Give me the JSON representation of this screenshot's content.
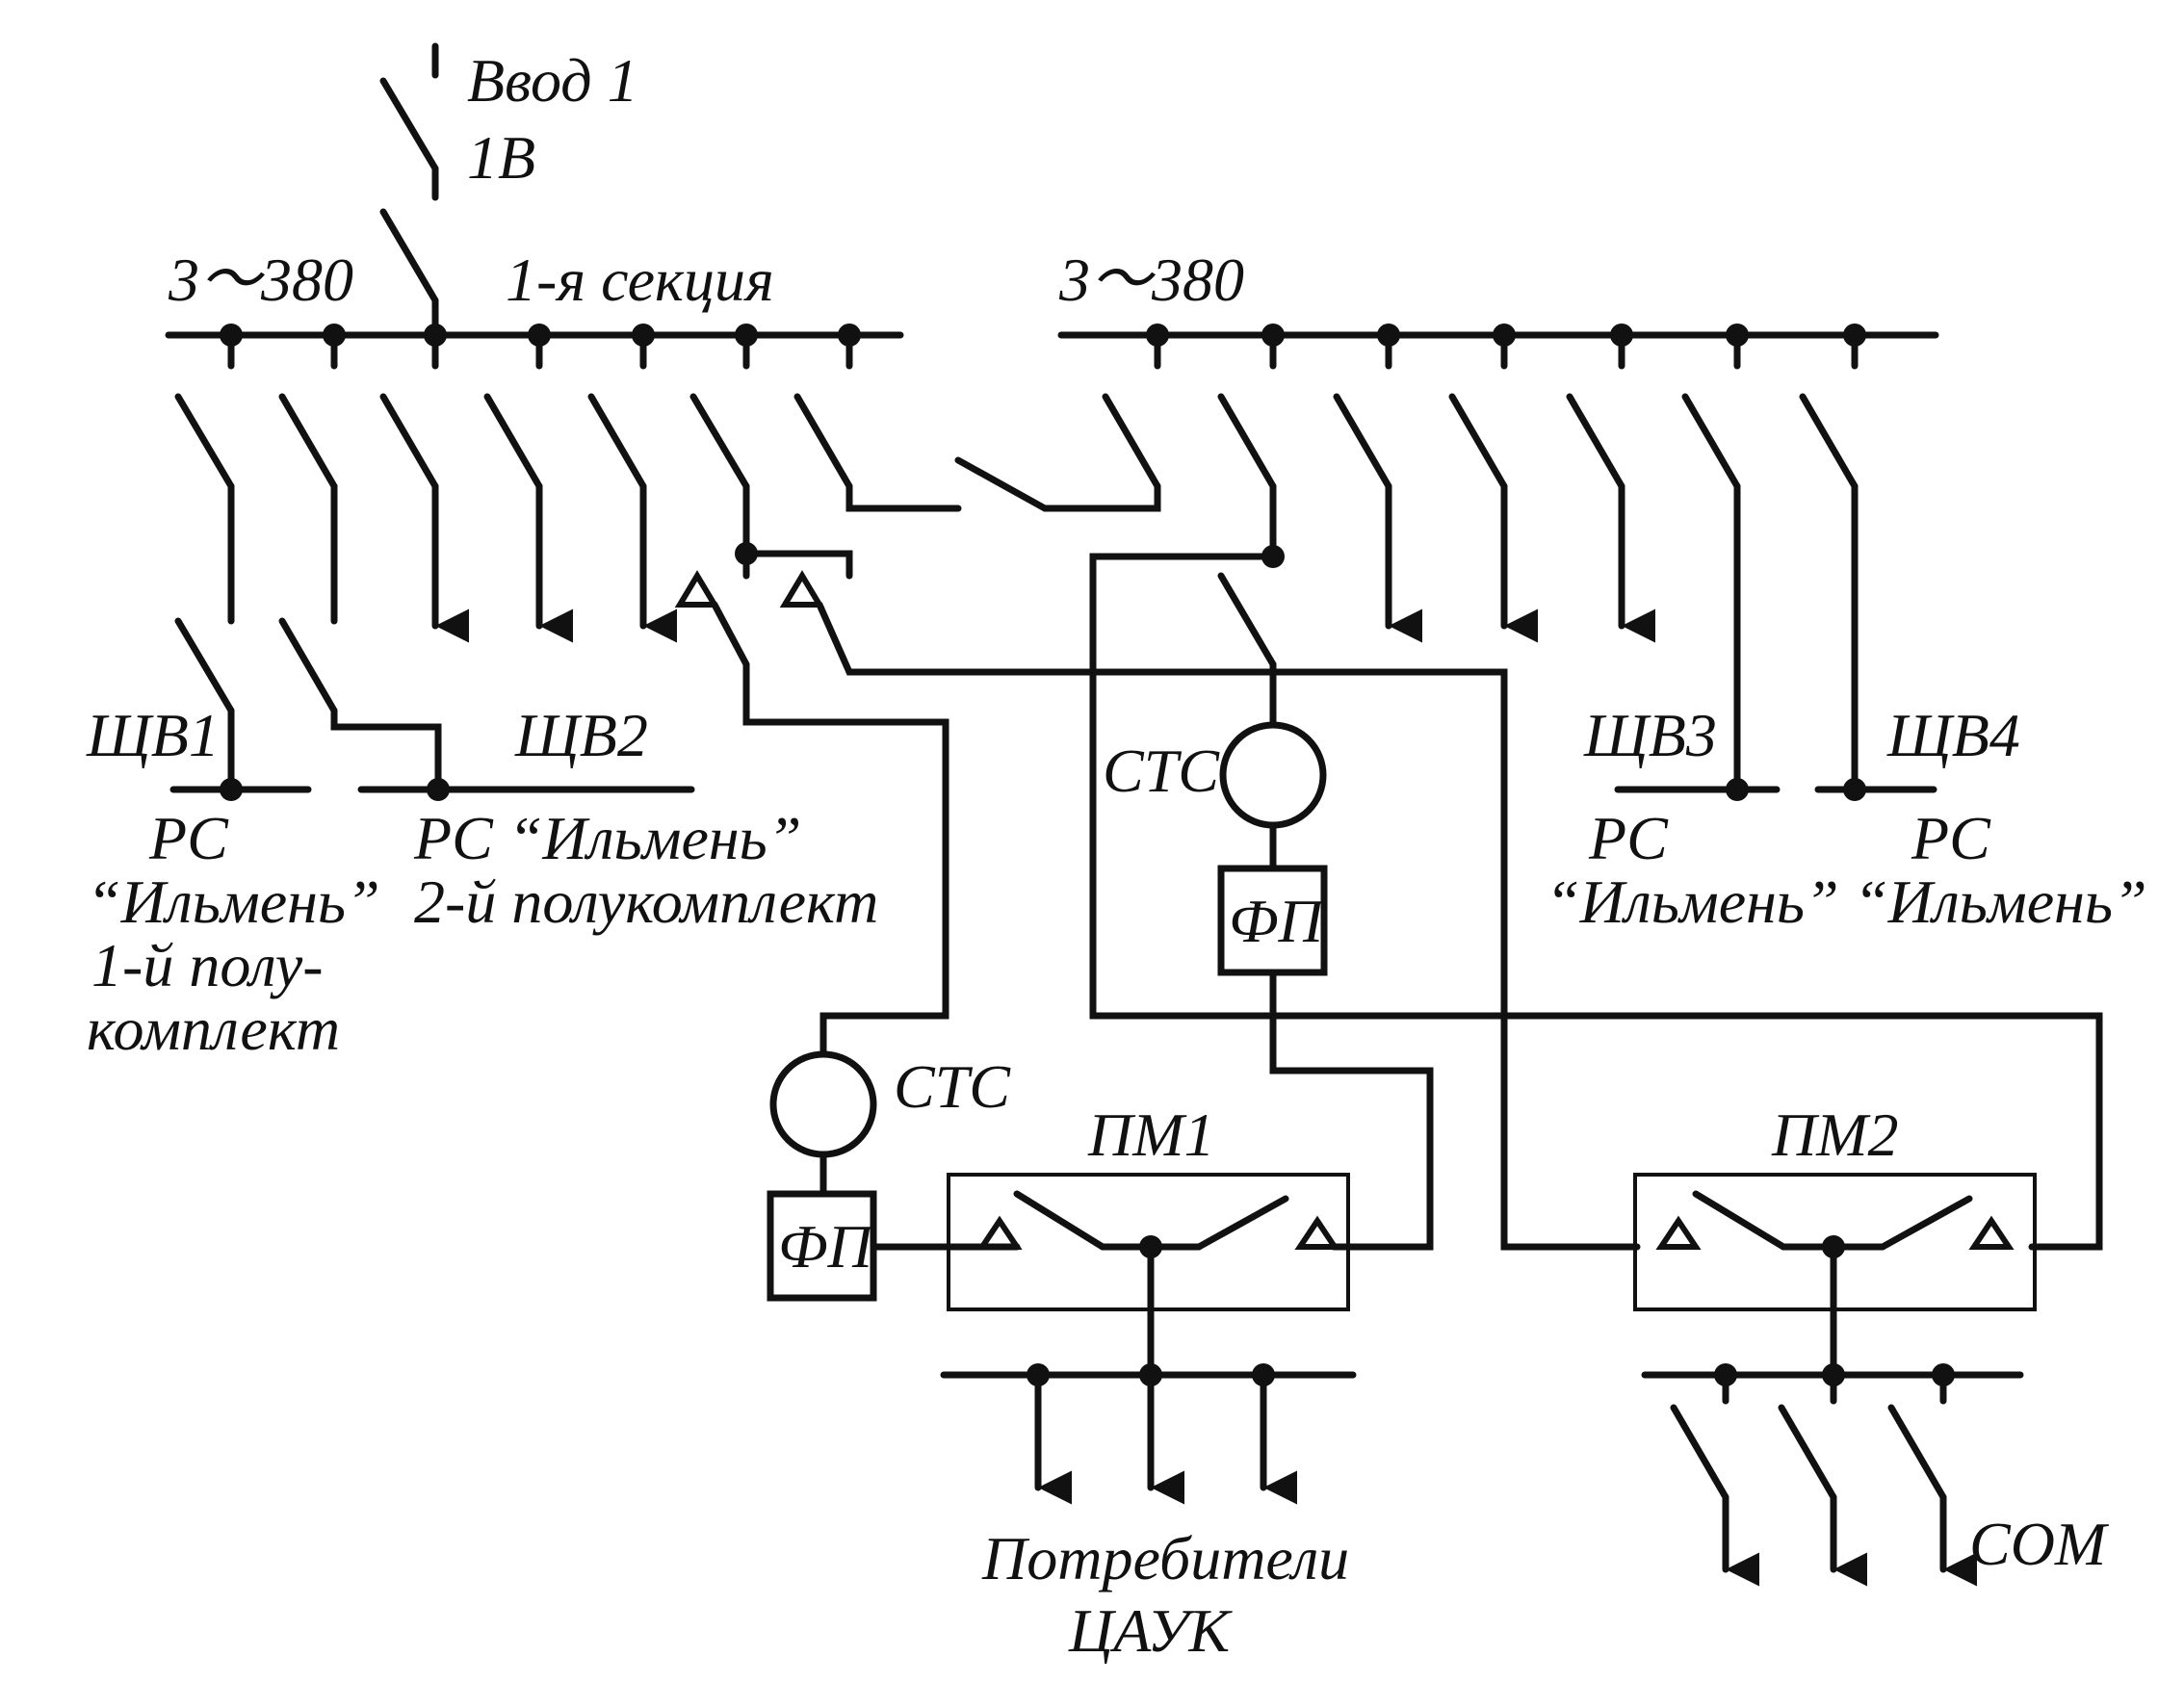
{
  "labels": {
    "input_name": "Ввод 1",
    "input_switch": "1В",
    "voltage_left": "3～380",
    "section_1": "1-я  секция",
    "voltage_right": "3～380",
    "panel_1": "ЩВ1",
    "panel_2": "ЩВ2",
    "panel_3": "ЩВ3",
    "panel_4": "ЩВ4",
    "rs_1_line1": "РС",
    "rs_1_line2": "“Ильмень”",
    "rs_1_line3": "1-й полу-",
    "rs_1_line4": "комплект",
    "rs_2_line1": "РС  “Ильмень”",
    "rs_2_line2": "2-й полукомплект",
    "rs_3_line1": "РС",
    "rs_3_line2": "“Ильмень”",
    "rs_4_line1": "РС",
    "rs_4_line2": "“Ильмень”",
    "stabilizer_upper": "СТС",
    "stabilizer_lower": "СТС",
    "filter_upper": "ФП",
    "filter_lower": "ФП",
    "transfer_1": "ПМ1",
    "transfer_2": "ПМ2",
    "consumers_line1": "Потребители",
    "consumers_line2": "ЦАУК",
    "com": "СОМ"
  }
}
